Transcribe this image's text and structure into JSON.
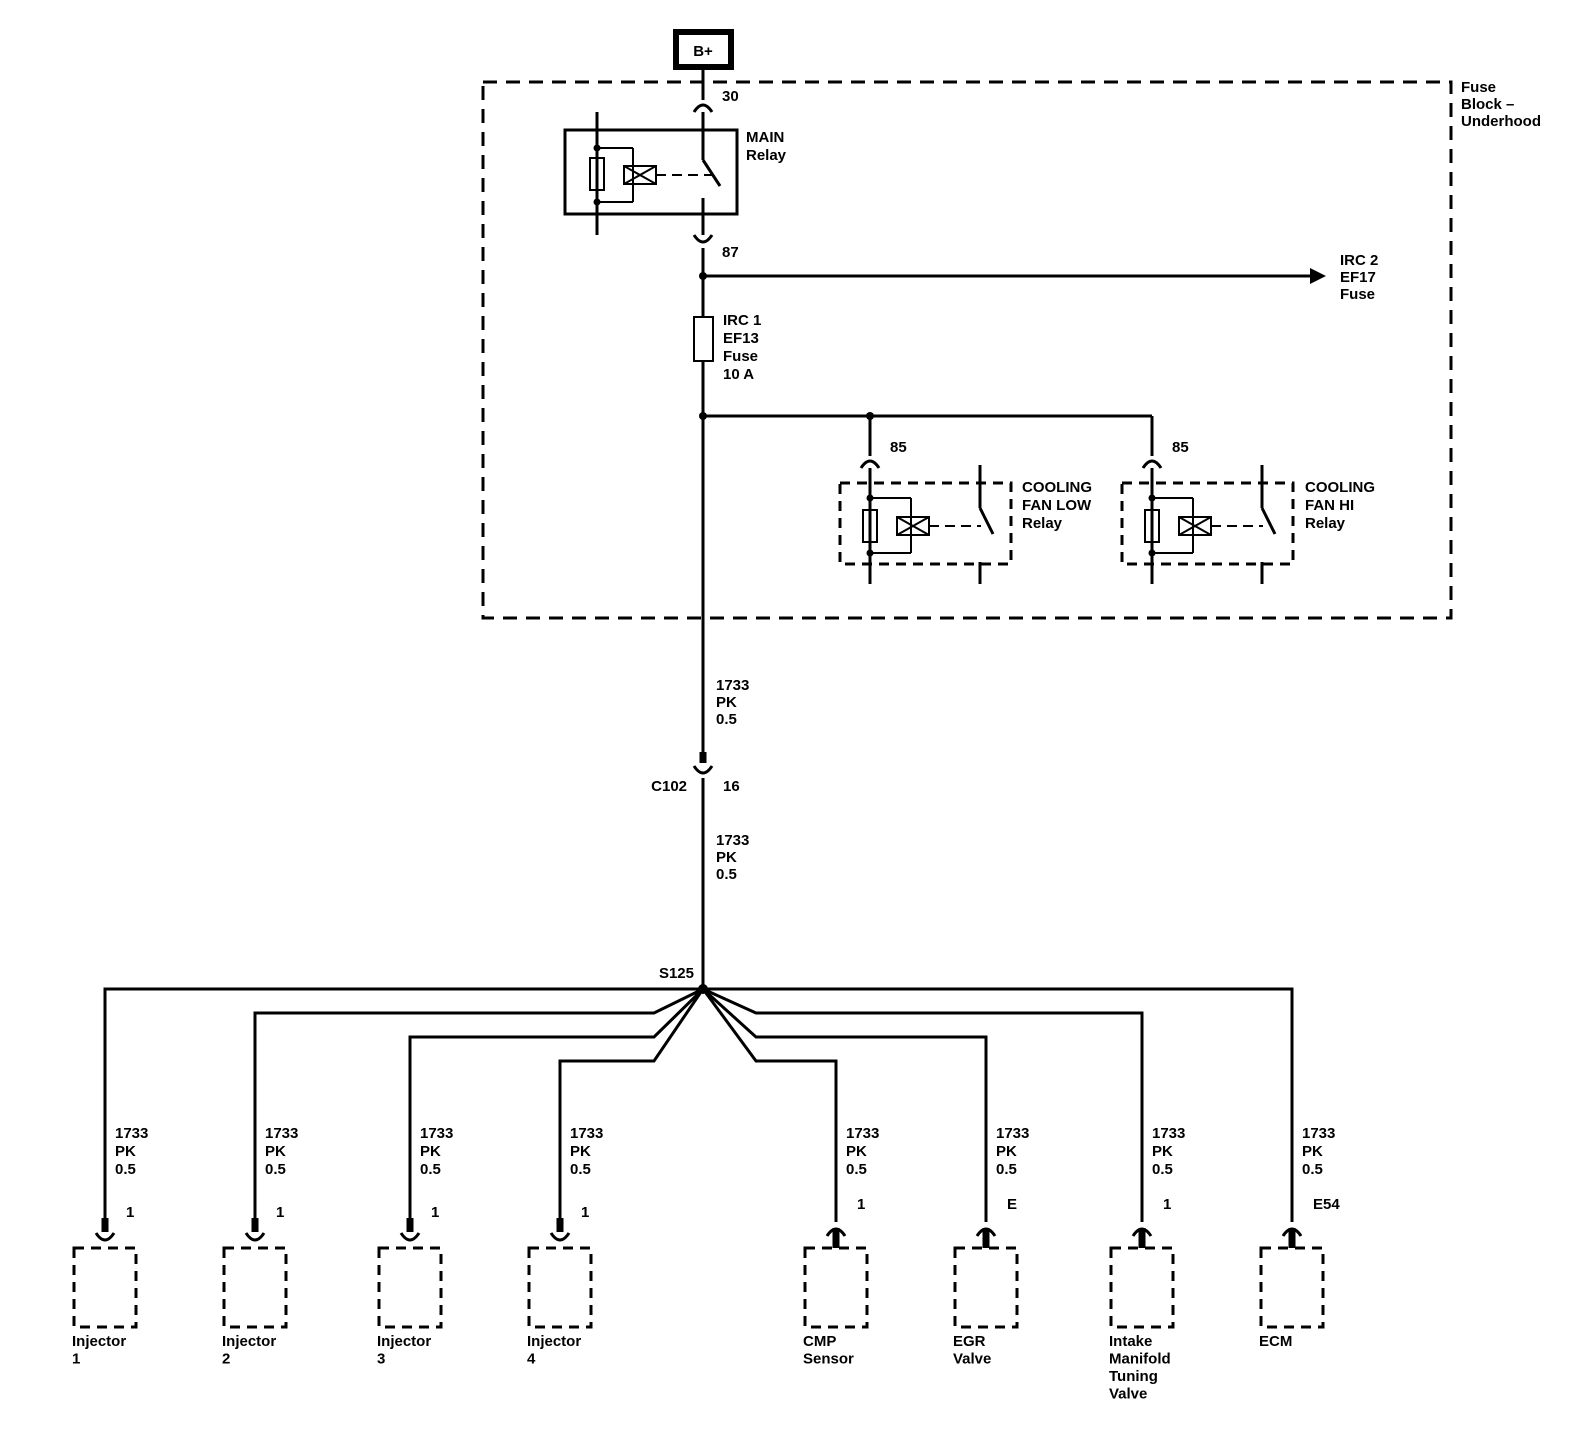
{
  "power": {
    "label": "B+"
  },
  "fuse_block": {
    "label": [
      "Fuse",
      "Block –",
      "Underhood"
    ]
  },
  "main_relay": {
    "label": [
      "MAIN",
      "Relay"
    ],
    "pin_in": "30",
    "pin_out": "87"
  },
  "irc2": {
    "label": [
      "IRC 2",
      "EF17",
      "Fuse"
    ]
  },
  "irc1": {
    "label": [
      "IRC 1",
      "EF13",
      "Fuse",
      "10 A"
    ]
  },
  "fan_low_relay": {
    "label": [
      "COOLING",
      "FAN LOW",
      "Relay"
    ],
    "pin": "85"
  },
  "fan_hi_relay": {
    "label": [
      "COOLING",
      "FAN HI",
      "Relay"
    ],
    "pin": "85"
  },
  "wire_main": {
    "circuit": "1733",
    "color": "PK",
    "size": "0.5"
  },
  "connector": {
    "name": "C102",
    "pin": "16"
  },
  "splice": {
    "name": "S125"
  },
  "loads": [
    {
      "pin": "1",
      "name": [
        "Injector",
        "1"
      ],
      "wire": [
        "1733",
        "PK",
        "0.5"
      ]
    },
    {
      "pin": "1",
      "name": [
        "Injector",
        "2"
      ],
      "wire": [
        "1733",
        "PK",
        "0.5"
      ]
    },
    {
      "pin": "1",
      "name": [
        "Injector",
        "3"
      ],
      "wire": [
        "1733",
        "PK",
        "0.5"
      ]
    },
    {
      "pin": "1",
      "name": [
        "Injector",
        "4"
      ],
      "wire": [
        "1733",
        "PK",
        "0.5"
      ]
    },
    {
      "pin": "1",
      "name": [
        "CMP",
        "Sensor"
      ],
      "wire": [
        "1733",
        "PK",
        "0.5"
      ]
    },
    {
      "pin": "E",
      "name": [
        "EGR",
        "Valve"
      ],
      "wire": [
        "1733",
        "PK",
        "0.5"
      ]
    },
    {
      "pin": "1",
      "name": [
        "Intake",
        "Manifold",
        "Tuning",
        "Valve"
      ],
      "wire": [
        "1733",
        "PK",
        "0.5"
      ]
    },
    {
      "pin": "E54",
      "name": [
        "ECM"
      ],
      "wire": [
        "1733",
        "PK",
        "0.5"
      ]
    }
  ]
}
